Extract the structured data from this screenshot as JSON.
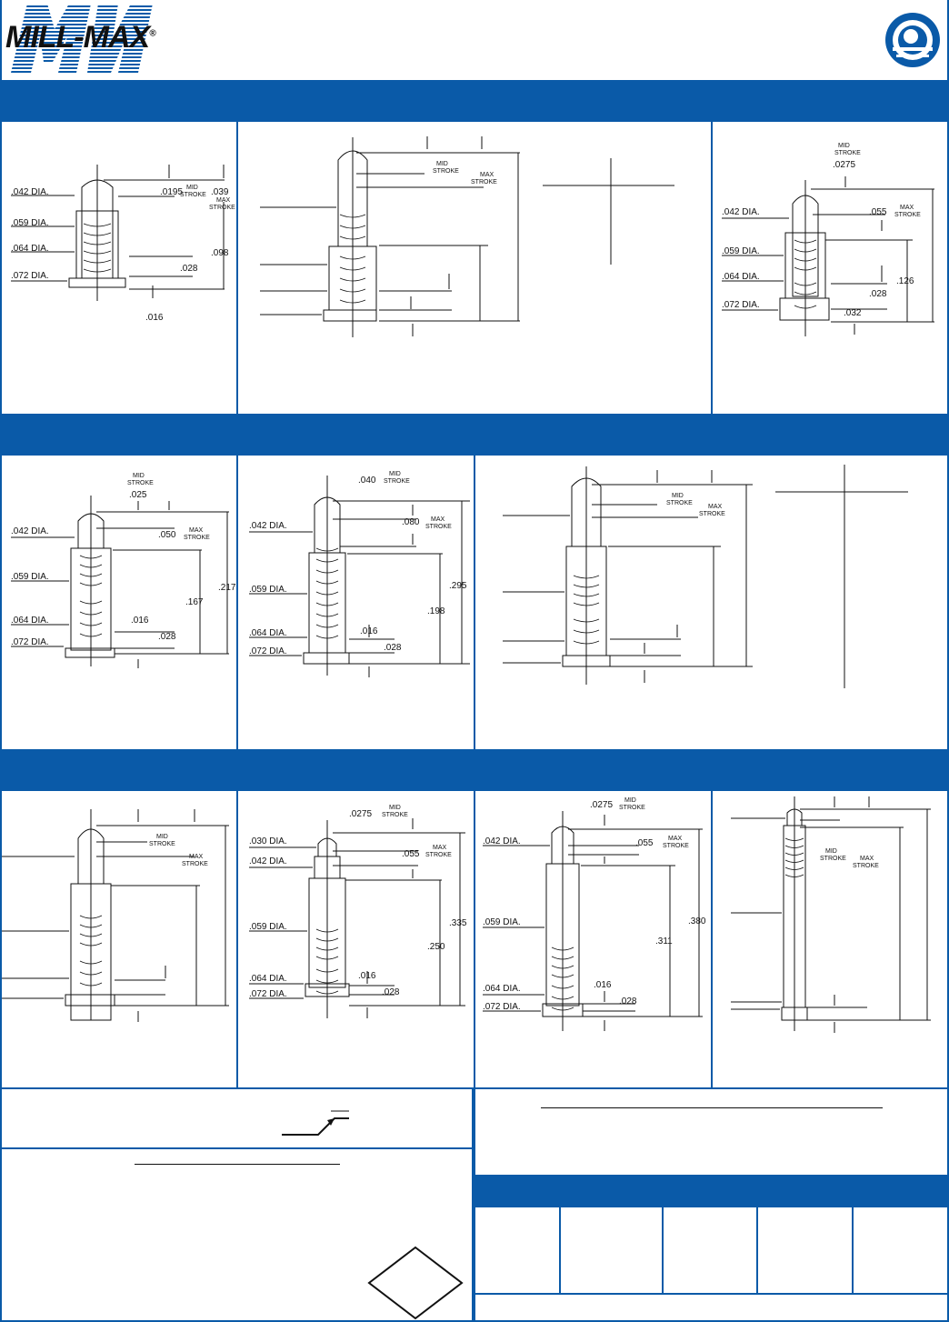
{
  "header": {
    "logo_text": "MILL-MAX",
    "registered": "®",
    "brand_color": "#0a5aa8"
  },
  "icons": {
    "brand_logo": "mill-max-logo-icon",
    "spiral_logo": "spiral-globe-icon"
  },
  "row1": {
    "panel1": {
      "labels": [
        ".042 DIA.",
        ".059 DIA.",
        ".064 DIA.",
        ".072 DIA."
      ],
      "dims": [
        ".0195",
        ".039",
        ".098",
        ".028",
        ".016"
      ],
      "mid": [
        "MID",
        "STROKE"
      ],
      "max": [
        "MAX",
        "STROKE"
      ]
    },
    "panel2": {
      "mid": [
        "MID",
        "STROKE"
      ],
      "max": [
        "MAX",
        "STROKE"
      ]
    },
    "panel3": {
      "top_note": [
        "MID",
        "STROKE",
        ".0275"
      ],
      "labels": [
        ".042 DIA.",
        ".059 DIA.",
        ".064 DIA.",
        ".072 DIA."
      ],
      "dims": [
        ".055",
        ".126",
        ".028",
        ".032"
      ],
      "max": [
        "MAX",
        "STROKE"
      ]
    }
  },
  "row2": {
    "panel1": {
      "top_note": [
        "MID",
        "STROKE",
        ".025"
      ],
      "labels": [
        ".042 DIA.",
        ".059 DIA.",
        ".064 DIA.",
        ".072 DIA."
      ],
      "dims": [
        ".050",
        ".217",
        ".167",
        ".016",
        ".028"
      ],
      "max": [
        "MAX",
        "STROKE"
      ]
    },
    "panel2": {
      "top_note": [
        ".040",
        "MID",
        "STROKE"
      ],
      "labels": [
        ".042 DIA.",
        ".059 DIA.",
        ".064 DIA.",
        ".072 DIA."
      ],
      "dims": [
        ".080",
        ".295",
        ".198",
        ".016",
        ".028"
      ],
      "max": [
        "MAX",
        "STROKE"
      ]
    },
    "panel3": {
      "mid": [
        "MID",
        "STROKE"
      ],
      "max": [
        "MAX",
        "STROKE"
      ]
    }
  },
  "row3": {
    "panel1": {
      "mid": [
        "MID",
        "STROKE"
      ],
      "max": [
        "MAX",
        "STROKE"
      ]
    },
    "panel2": {
      "top_note": [
        ".0275",
        "MID",
        "STROKE"
      ],
      "labels": [
        ".030 DIA.",
        ".042 DIA.",
        ".059 DIA.",
        ".064 DIA.",
        ".072 DIA."
      ],
      "dims": [
        ".055",
        ".335",
        ".250",
        ".016",
        ".028"
      ],
      "max": [
        "MAX",
        "STROKE"
      ]
    },
    "panel3": {
      "top_note": [
        ".0275",
        "MID",
        "STROKE"
      ],
      "labels": [
        ".042 DIA.",
        ".059 DIA.",
        ".064 DIA.",
        ".072 DIA."
      ],
      "dims": [
        ".055",
        ".380",
        ".311",
        ".016",
        ".028"
      ],
      "max": [
        "MAX",
        "STROKE"
      ]
    },
    "panel4": {
      "mid": [
        "MID",
        "STROKE"
      ],
      "max": [
        "MAX",
        "STROKE"
      ]
    }
  }
}
